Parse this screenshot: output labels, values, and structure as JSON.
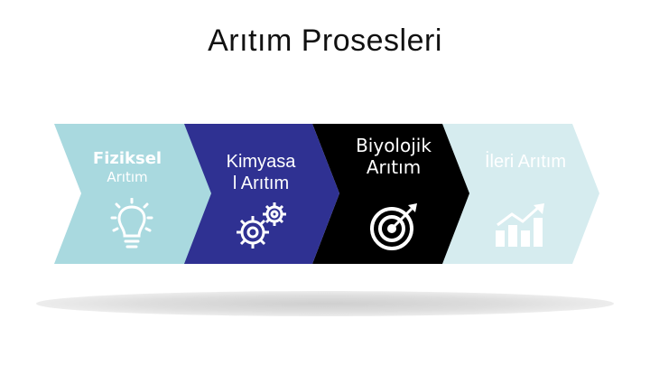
{
  "title": "Arıtım Prosesleri",
  "steps": [
    {
      "label_line1": "Fiziksel",
      "label_line2": "Arıtım",
      "icon": "lightbulb-icon",
      "fill": "#a9d9df",
      "text_color": "#ffffff"
    },
    {
      "label_line1": "Kimyasa",
      "label_line2": "l Arıtım",
      "icon": "gears-icon",
      "fill": "#2f3192",
      "text_color": "#ffffff"
    },
    {
      "label_line1": "Biyolojik",
      "label_line2": "Arıtım",
      "icon": "target-icon",
      "fill": "#000000",
      "text_color": "#ffffff"
    },
    {
      "label_line1": "İleri Arıtım",
      "icon": "growth-chart-icon",
      "fill": "#d6ecef",
      "text_color": "#ffffff"
    }
  ]
}
